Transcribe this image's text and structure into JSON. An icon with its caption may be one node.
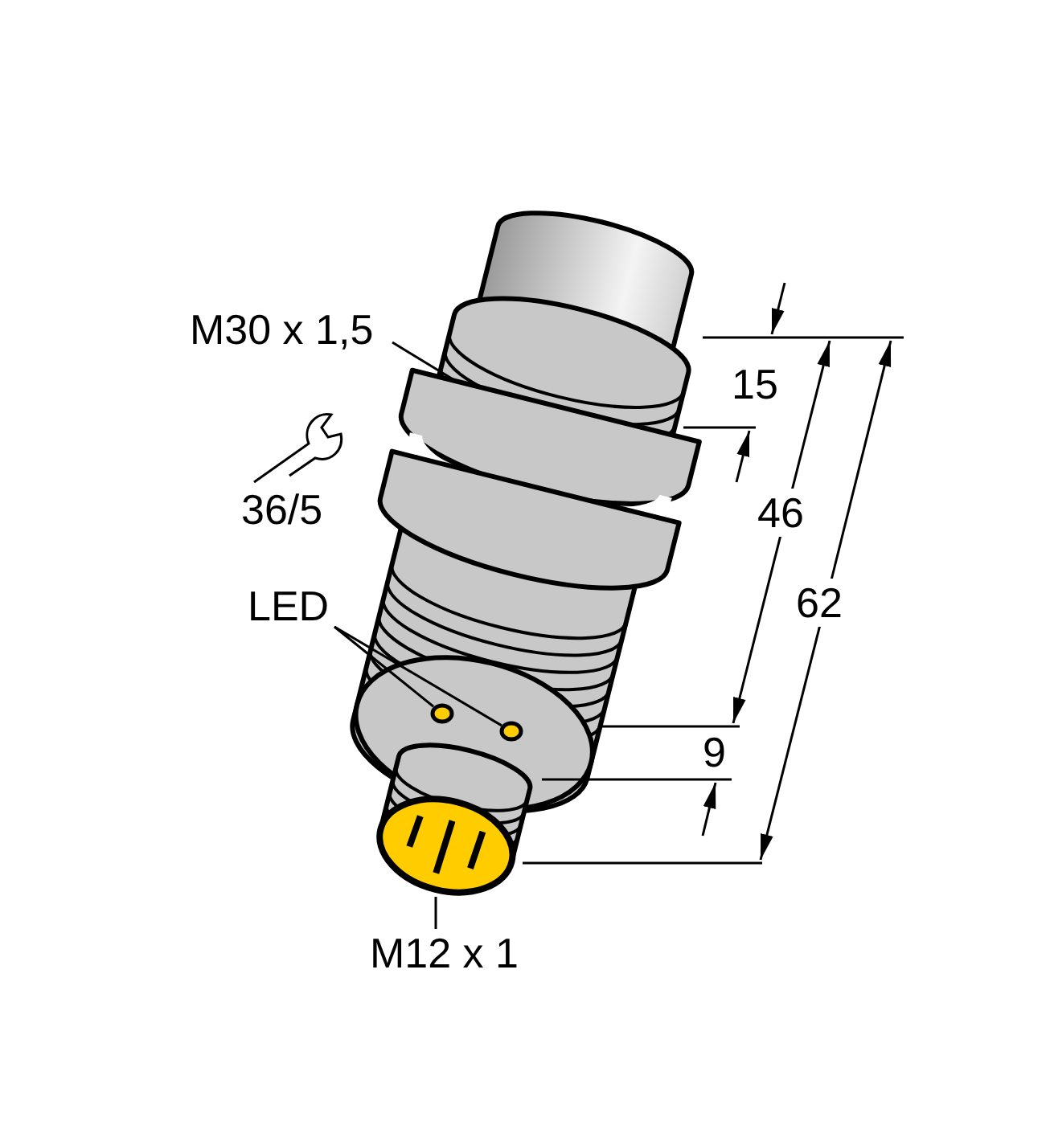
{
  "diagram": {
    "nodes": [
      {
        "text": [
          "M30 x 1,5"
        ]
      },
      {
        "text": [
          "LED"
        ]
      },
      {
        "text": [],
        "shape": "circle"
      },
      {
        "text": [],
        "shape": "circle"
      },
      {
        "text": [
          "M12 x 1"
        ]
      }
    ],
    "edges": [
      {
        "from": 0,
        "to": null,
        "arrow": "none"
      },
      {
        "from": 1,
        "to": 2,
        "arrow": "none"
      },
      {
        "from": 1,
        "to": 3,
        "arrow": "none"
      },
      {
        "from": 4,
        "to": null,
        "arrow": "none"
      }
    ],
    "labels": [
      "15",
      "36/5",
      "46",
      "62",
      "9"
    ]
  }
}
